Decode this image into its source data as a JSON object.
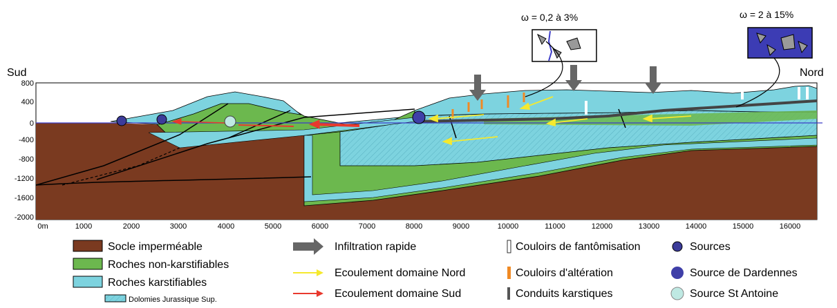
{
  "labels": {
    "south": "Sud",
    "north": "Nord",
    "omega_left": "ω = 0,2 à 3%",
    "omega_right": "ω = 2 à 15%"
  },
  "y_axis": {
    "ticks": [
      "800",
      "400",
      "0",
      "-400",
      "-800",
      "-1200",
      "-1600",
      "-2000"
    ]
  },
  "x_axis": {
    "ticks": [
      "0m",
      "1000",
      "2000",
      "3000",
      "4000",
      "5000",
      "6000",
      "7000",
      "8000",
      "9000",
      "10000",
      "11000",
      "12000",
      "13000",
      "14000",
      "15000",
      "16000"
    ]
  },
  "legend": {
    "col1": [
      {
        "label": "Socle imperméable",
        "color": "#7a3a20"
      },
      {
        "label": "Roches non-karstifiables",
        "color": "#6cb84e"
      },
      {
        "label": "Roches karstifiables",
        "color": "#7dd3df"
      },
      {
        "label": "Dolomies Jurassique Sup.",
        "color": "#7dd3df"
      }
    ],
    "col2": [
      {
        "label": "Infiltration rapide",
        "icon": "thick-arrow"
      },
      {
        "label": "Ecoulement domaine Nord",
        "icon": "yellow-arrow",
        "color": "#f5e92e"
      },
      {
        "label": "Ecoulement domaine Sud",
        "icon": "red-arrow",
        "color": "#e8392e"
      }
    ],
    "col3": [
      {
        "label": "Couloirs de fantômisation",
        "icon": "white-bar"
      },
      {
        "label": "Couloirs d'altération",
        "icon": "orange-bar",
        "color": "#f08a24"
      },
      {
        "label": "Conduits karstiques",
        "icon": "grey-bar",
        "color": "#555555"
      }
    ],
    "col4": [
      {
        "label": "Sources",
        "color": "#3c3c9a"
      },
      {
        "label": "Source de Dardennes",
        "color": "#3f3fa8"
      },
      {
        "label": "Source St Antoine",
        "color": "#bfe9e3"
      }
    ]
  }
}
